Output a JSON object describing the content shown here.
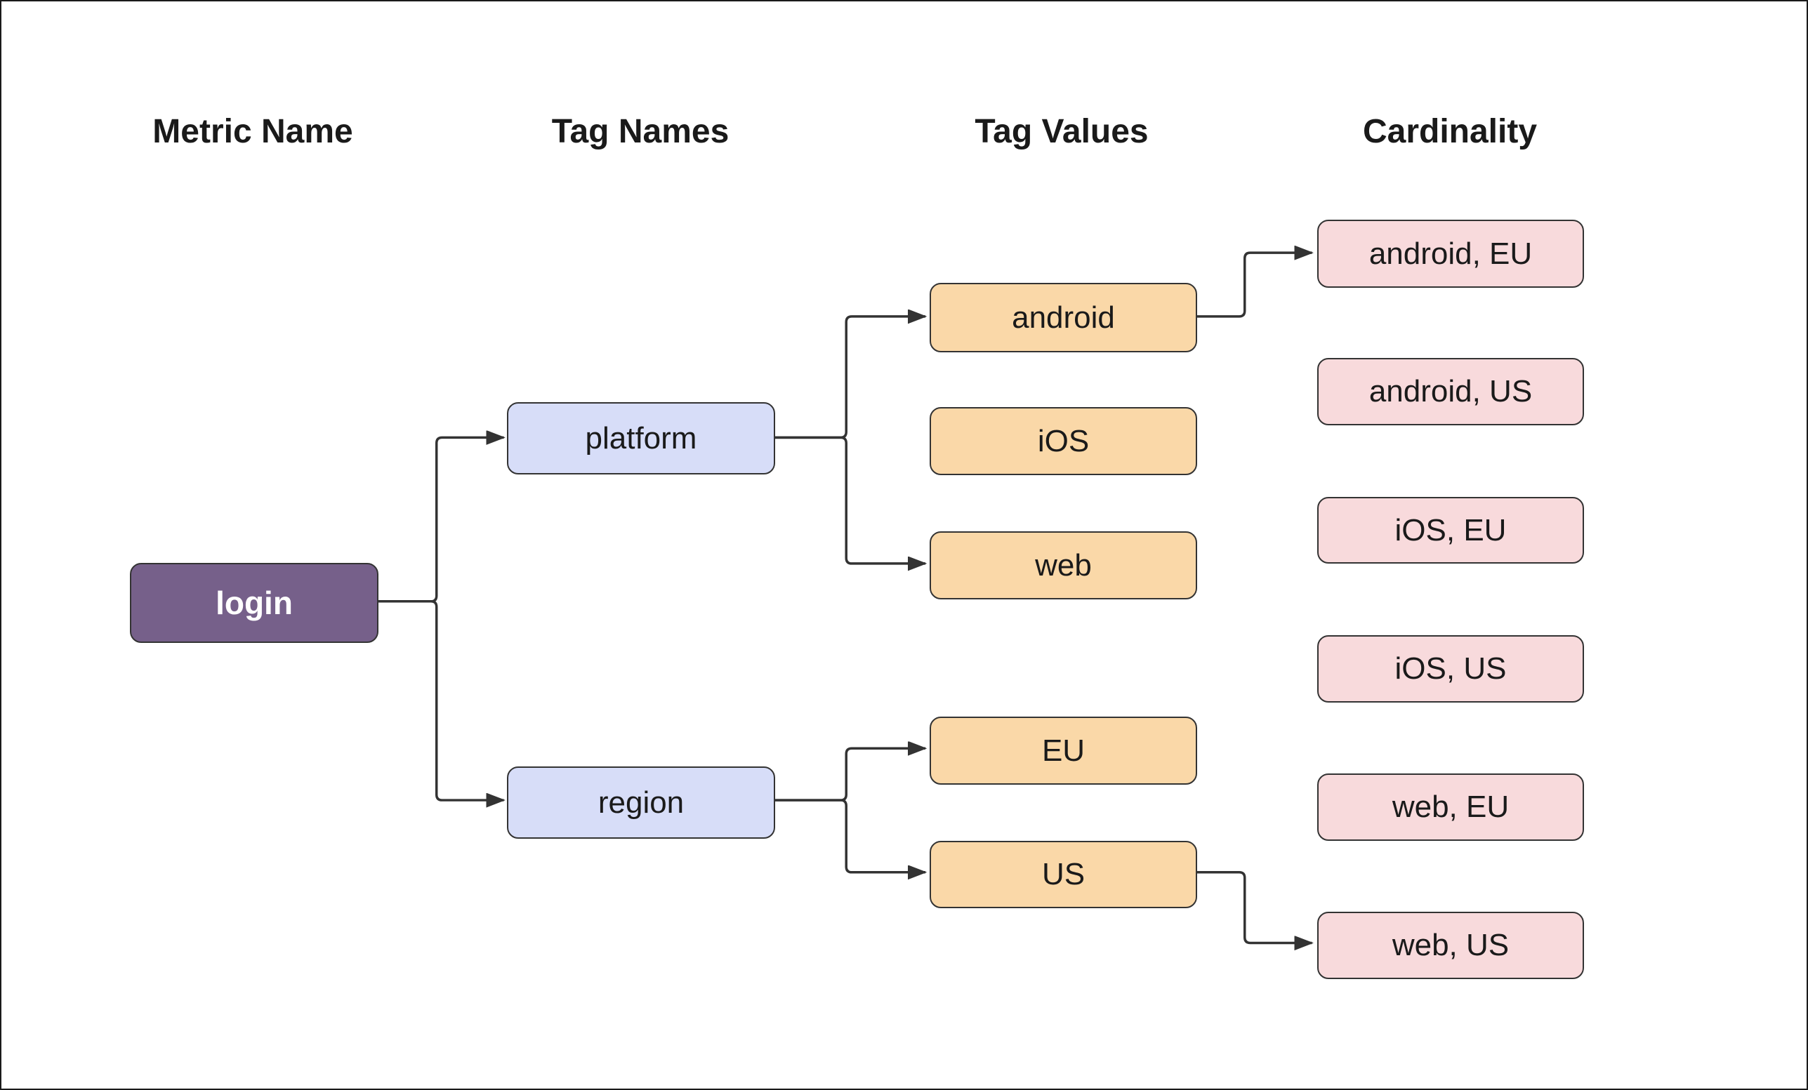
{
  "columns": [
    {
      "id": "metric-name",
      "label": "Metric Name"
    },
    {
      "id": "tag-names",
      "label": "Tag Names"
    },
    {
      "id": "tag-values",
      "label": "Tag Values"
    },
    {
      "id": "cardinality",
      "label": "Cardinality"
    }
  ],
  "nodes": {
    "login": {
      "label": "login",
      "column": "metric-name"
    },
    "platform": {
      "label": "platform",
      "column": "tag-names"
    },
    "region": {
      "label": "region",
      "column": "tag-names"
    },
    "android": {
      "label": "android",
      "column": "tag-values"
    },
    "ios": {
      "label": "iOS",
      "column": "tag-values"
    },
    "web": {
      "label": "web",
      "column": "tag-values"
    },
    "eu": {
      "label": "EU",
      "column": "tag-values"
    },
    "us": {
      "label": "US",
      "column": "tag-values"
    },
    "android_eu": {
      "label": "android, EU",
      "column": "cardinality"
    },
    "android_us": {
      "label": "android, US",
      "column": "cardinality"
    },
    "ios_eu": {
      "label": "iOS, EU",
      "column": "cardinality"
    },
    "ios_us": {
      "label": "iOS, US",
      "column": "cardinality"
    },
    "web_eu": {
      "label": "web, EU",
      "column": "cardinality"
    },
    "web_us": {
      "label": "web, US",
      "column": "cardinality"
    }
  },
  "edges": [
    {
      "from": "login",
      "to": "platform",
      "arrow": true
    },
    {
      "from": "login",
      "to": "region",
      "arrow": true
    },
    {
      "from": "platform",
      "to": "android",
      "arrow": true
    },
    {
      "from": "platform",
      "to": "web",
      "arrow": true
    },
    {
      "from": "region",
      "to": "eu",
      "arrow": true
    },
    {
      "from": "region",
      "to": "us",
      "arrow": true
    },
    {
      "from": "android",
      "to": "android_eu",
      "arrow": true
    },
    {
      "from": "us",
      "to": "web_us",
      "arrow": true
    }
  ],
  "colors": {
    "metric_fill": "#76608A",
    "metric_text": "#FFFFFF",
    "tag_name_fill": "#D7DDF8",
    "tag_value_fill": "#FAD8A8",
    "cardinality_fill": "#F8DADC",
    "node_border": "#333333",
    "edge": "#333333",
    "text": "#1A1A1A",
    "background": "#FFFFFF"
  }
}
